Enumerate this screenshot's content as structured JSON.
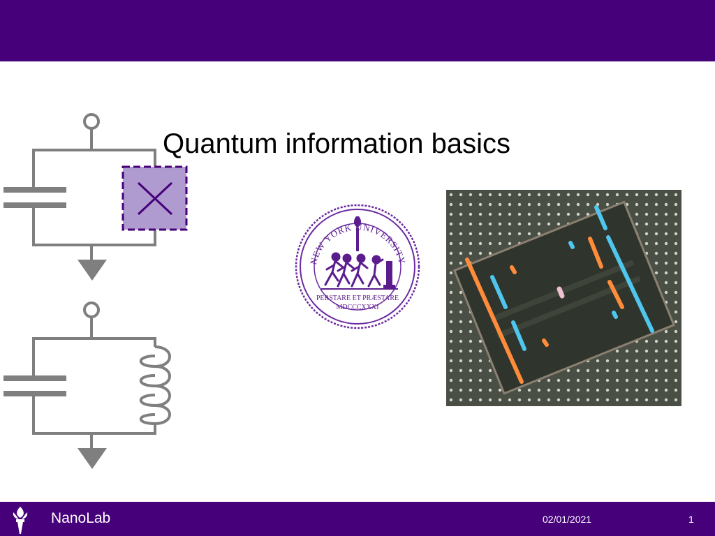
{
  "slide": {
    "title": "Quantum information basics"
  },
  "footer": {
    "left_text": "NanoLab",
    "date": "02/01/2021",
    "page_number": "1"
  },
  "seal": {
    "arc_text": "NEW YORK UNIVERSITY",
    "motto": "PERSTARE ET PRÆSTARE",
    "year": "MDCCCXXXI"
  },
  "colors": {
    "brand_purple": "#45007a",
    "junction_fill": "#b09bd0",
    "circuit_gray": "#7f7f7f"
  }
}
